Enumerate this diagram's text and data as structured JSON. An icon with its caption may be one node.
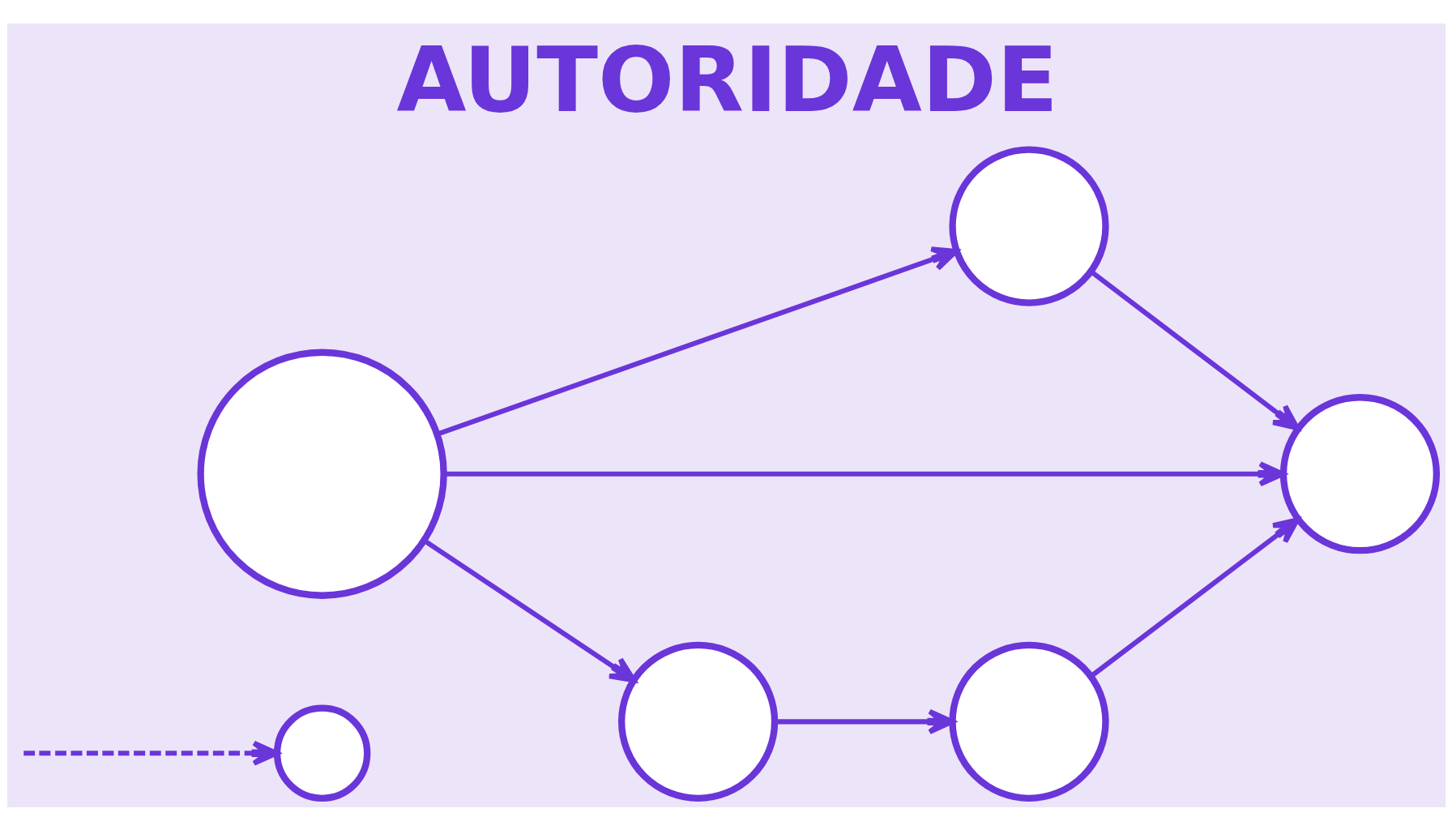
{
  "diagram": {
    "title": "AUTORIDADE",
    "nodes": [
      {
        "text": [],
        "shape": "circle"
      },
      {
        "text": [],
        "shape": "circle"
      },
      {
        "text": [],
        "shape": "circle"
      },
      {
        "text": [],
        "shape": "circle"
      },
      {
        "text": [],
        "shape": "circle"
      },
      {
        "text": [],
        "shape": "circle"
      }
    ],
    "edges": [
      {
        "from": null,
        "to": 0,
        "arrow": "to",
        "style": "dashed"
      },
      {
        "from": 1,
        "to": 2,
        "arrow": "to"
      },
      {
        "from": 1,
        "to": 3,
        "arrow": "to"
      },
      {
        "from": 1,
        "to": 4,
        "arrow": "to"
      },
      {
        "from": 2,
        "to": 3,
        "arrow": "to"
      },
      {
        "from": 4,
        "to": 5,
        "arrow": "to"
      },
      {
        "from": 5,
        "to": 3,
        "arrow": "to"
      }
    ]
  }
}
